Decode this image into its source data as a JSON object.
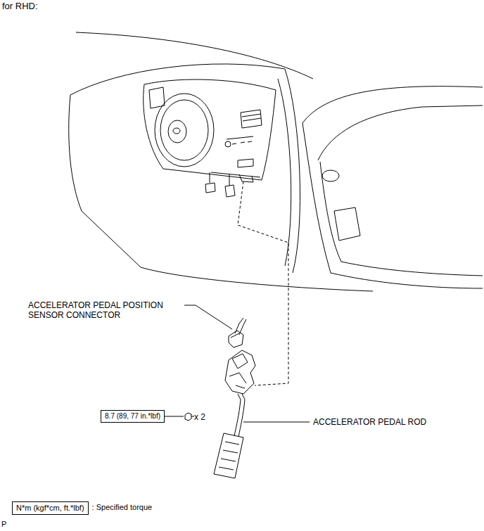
{
  "diagram": {
    "title": "for RHD:",
    "nodes": [
      {
        "text": [
          "8.7 (89, 77 in.*lbf)"
        ]
      },
      {
        "text": [
          "N*m (kgf*cm, ft.*lbf)"
        ]
      }
    ],
    "labels": [
      "ACCELERATOR PEDAL POSITION SENSOR CONNECTOR",
      "x 2",
      "ACCELERATOR PEDAL ROD",
      ": Specified torque",
      "P"
    ]
  }
}
